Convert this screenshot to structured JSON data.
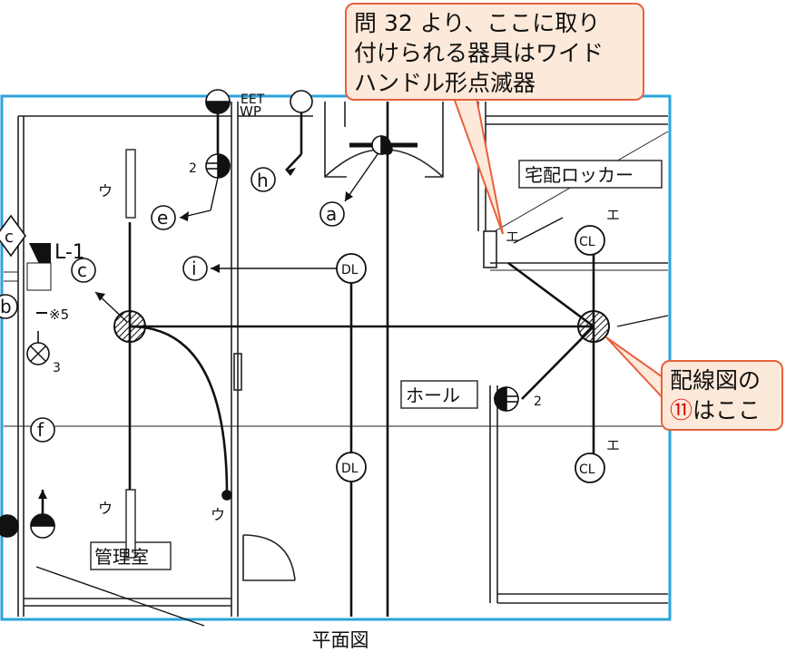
{
  "callouts": {
    "top_line1": "問 32 より、ここに取り",
    "top_line2": "付けられる器具はワイド",
    "top_line3": "ハンドル形点滅器",
    "right_line1": "配線図の",
    "right_num": "⑪",
    "right_line2": "はここ"
  },
  "caption": "平面図",
  "rooms": {
    "delivery_locker": "宅配ロッカー",
    "hall": "ホール",
    "admin_room": "管理室"
  },
  "labels": {
    "l1": "L-1",
    "note5": "※5",
    "wp_top": "EET",
    "wp": "WP",
    "u": "ウ",
    "e_kata": "エ",
    "two": "2",
    "three": "3",
    "a": "a",
    "c": "c",
    "e": "e",
    "f": "f",
    "h": "h",
    "i": "i",
    "b": "b",
    "dl": "DL",
    "cl": "CL"
  },
  "colors": {
    "frame": "#29a3dc",
    "callout_border": "#e8603c",
    "callout_fill": "#fde9d9"
  }
}
